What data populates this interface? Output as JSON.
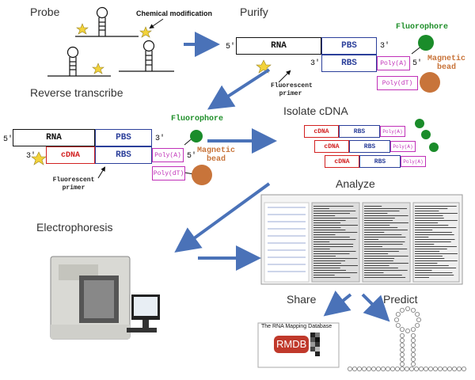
{
  "labels": {
    "probe": "Probe",
    "chem_mod": "Chemical modification",
    "purify": "Purify",
    "reverse": "Reverse transcribe",
    "isolate": "Isolate cDNA",
    "analyze": "Analyze",
    "electro": "Electrophoresis",
    "share": "Share",
    "predict": "Predict"
  },
  "construct": {
    "rna": "RNA",
    "pbs": "PBS",
    "rbs": "RBS",
    "cdna": "cDNA",
    "polya": "Poly(A)",
    "polydt": "Poly(dT)",
    "fluorophore": "Fluorophore",
    "magnetic": "Magnetic",
    "bead": "bead",
    "fluorescent": "Fluorescent",
    "primer": "primer",
    "five_prime": "5'",
    "three_prime": "3'"
  },
  "rmdb": {
    "title": "The RNA Mapping Database",
    "logo": "RMDB"
  },
  "colors": {
    "arrow": "#4a72b8",
    "rna_black": "#111111",
    "pbs_blue": "#2b3f9a",
    "cdna_red": "#d22020",
    "poly_magenta": "#c030b8",
    "fluor_green": "#1a8c2a",
    "bead_orange": "#c8743a",
    "star": "#f2d23a"
  }
}
